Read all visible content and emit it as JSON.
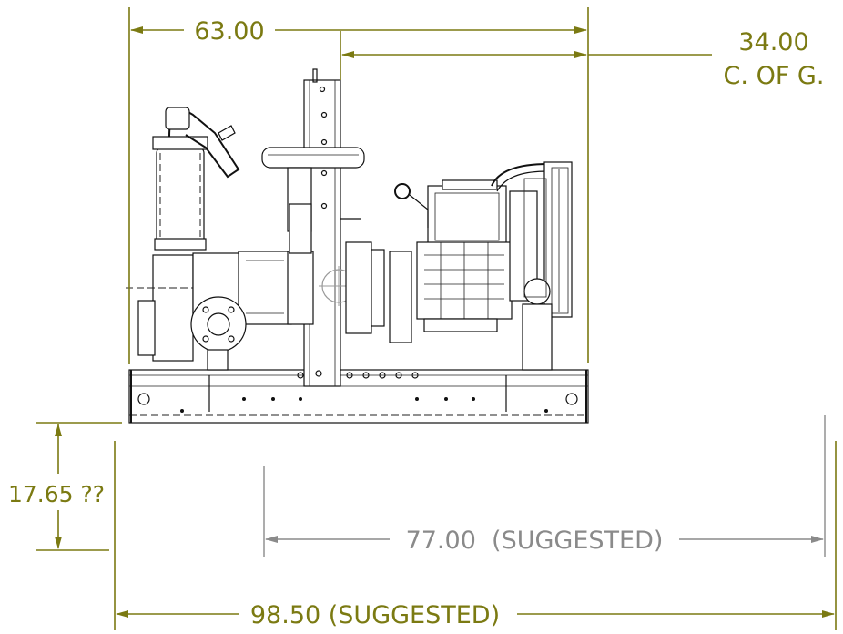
{
  "dimensions": {
    "width_63": "63.00",
    "cog_34": "34.00",
    "cog_label": "C. OF G.",
    "height_1765": "17.65 ??",
    "suggested_77": "77.00  (SUGGESTED)",
    "suggested_985": "98.50 (SUGGESTED)"
  },
  "colors": {
    "dimension": "#7b7a12",
    "suggested_dimension": "#8a8a8a",
    "drawing_ink": "#111111"
  }
}
